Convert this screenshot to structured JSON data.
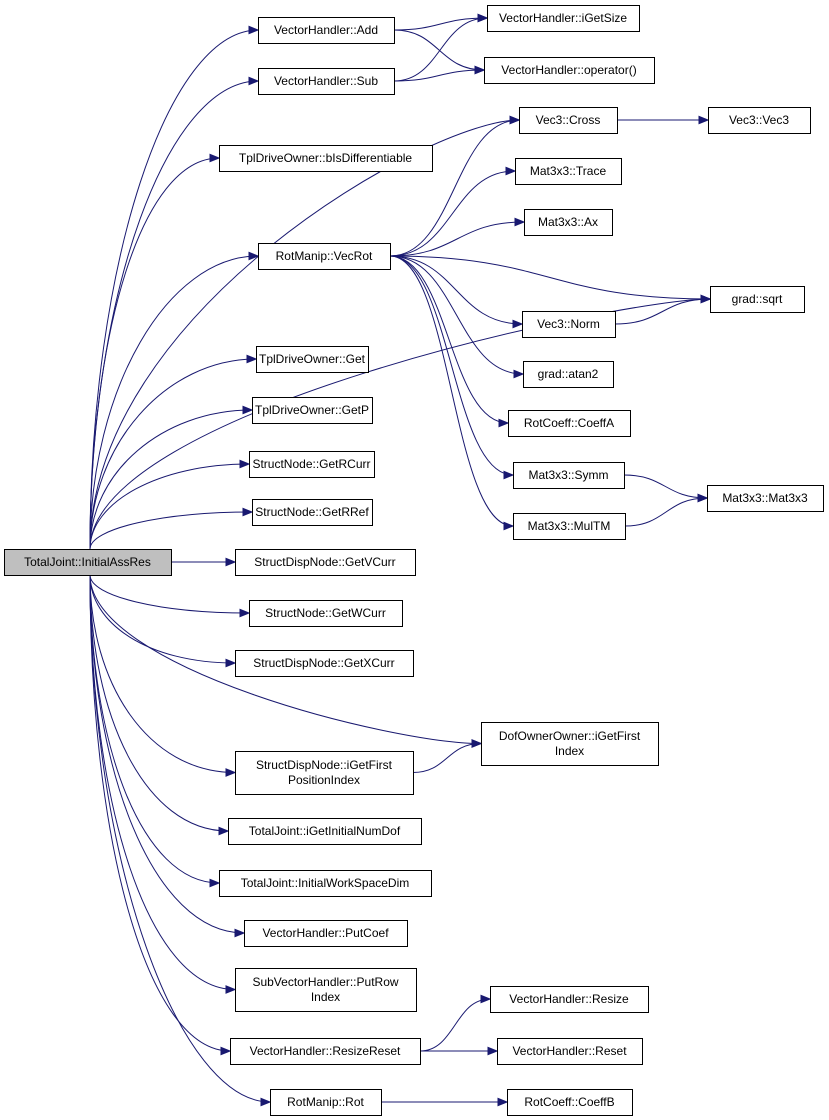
{
  "graph": {
    "nodes": [
      {
        "id": "root",
        "lines": [
          "TotalJoint::InitialAssRes"
        ]
      },
      {
        "id": "vh_add",
        "lines": [
          "VectorHandler::Add"
        ]
      },
      {
        "id": "vh_sub",
        "lines": [
          "VectorHandler::Sub"
        ]
      },
      {
        "id": "vh_igetsize",
        "lines": [
          "VectorHandler::iGetSize"
        ]
      },
      {
        "id": "vh_operator",
        "lines": [
          "VectorHandler::operator()"
        ]
      },
      {
        "id": "tdo_isdiff",
        "lines": [
          "TplDriveOwner::bIsDifferentiable"
        ]
      },
      {
        "id": "rm_vecrot",
        "lines": [
          "RotManip::VecRot"
        ]
      },
      {
        "id": "vec3_cross",
        "lines": [
          "Vec3::Cross"
        ]
      },
      {
        "id": "vec3_vec3",
        "lines": [
          "Vec3::Vec3"
        ]
      },
      {
        "id": "mat_trace",
        "lines": [
          "Mat3x3::Trace"
        ]
      },
      {
        "id": "mat_ax",
        "lines": [
          "Mat3x3::Ax"
        ]
      },
      {
        "id": "grad_sqrt",
        "lines": [
          "grad::sqrt"
        ]
      },
      {
        "id": "vec3_norm",
        "lines": [
          "Vec3::Norm"
        ]
      },
      {
        "id": "grad_atan2",
        "lines": [
          "grad::atan2"
        ]
      },
      {
        "id": "rc_coeffa",
        "lines": [
          "RotCoeff::CoeffA"
        ]
      },
      {
        "id": "mat_symm",
        "lines": [
          "Mat3x3::Symm"
        ]
      },
      {
        "id": "mat_mat3x3",
        "lines": [
          "Mat3x3::Mat3x3"
        ]
      },
      {
        "id": "mat_multm",
        "lines": [
          "Mat3x3::MulTM"
        ]
      },
      {
        "id": "tdo_get",
        "lines": [
          "TplDriveOwner::Get"
        ]
      },
      {
        "id": "tdo_getp",
        "lines": [
          "TplDriveOwner::GetP"
        ]
      },
      {
        "id": "sn_getrcurr",
        "lines": [
          "StructNode::GetRCurr"
        ]
      },
      {
        "id": "sn_getrref",
        "lines": [
          "StructNode::GetRRef"
        ]
      },
      {
        "id": "sdn_getvcurr",
        "lines": [
          "StructDispNode::GetVCurr"
        ]
      },
      {
        "id": "sn_getwcurr",
        "lines": [
          "StructNode::GetWCurr"
        ]
      },
      {
        "id": "sdn_getxcurr",
        "lines": [
          "StructDispNode::GetXCurr"
        ]
      },
      {
        "id": "doo_igetfirst",
        "lines": [
          "DofOwnerOwner::iGetFirst",
          "Index"
        ]
      },
      {
        "id": "sdn_igetfirstpos",
        "lines": [
          "StructDispNode::iGetFirst",
          "PositionIndex"
        ]
      },
      {
        "id": "tj_igetinitnumdof",
        "lines": [
          "TotalJoint::iGetInitialNumDof"
        ]
      },
      {
        "id": "tj_initws",
        "lines": [
          "TotalJoint::InitialWorkSpaceDim"
        ]
      },
      {
        "id": "vh_putcoef",
        "lines": [
          "VectorHandler::PutCoef"
        ]
      },
      {
        "id": "svh_putrowindex",
        "lines": [
          "SubVectorHandler::PutRow",
          "Index"
        ]
      },
      {
        "id": "vh_resize",
        "lines": [
          "VectorHandler::Resize"
        ]
      },
      {
        "id": "vh_resizereset",
        "lines": [
          "VectorHandler::ResizeReset"
        ]
      },
      {
        "id": "vh_reset",
        "lines": [
          "VectorHandler::Reset"
        ]
      },
      {
        "id": "rm_rot",
        "lines": [
          "RotManip::Rot"
        ]
      },
      {
        "id": "rc_coeffb",
        "lines": [
          "RotCoeff::CoeffB"
        ]
      }
    ],
    "edges": [
      [
        "root",
        "vh_add"
      ],
      [
        "root",
        "vh_sub"
      ],
      [
        "root",
        "tdo_isdiff"
      ],
      [
        "root",
        "vec3_cross"
      ],
      [
        "root",
        "rm_vecrot"
      ],
      [
        "root",
        "grad_sqrt"
      ],
      [
        "root",
        "tdo_get"
      ],
      [
        "root",
        "tdo_getp"
      ],
      [
        "root",
        "sn_getrcurr"
      ],
      [
        "root",
        "sn_getrref"
      ],
      [
        "root",
        "sdn_getvcurr"
      ],
      [
        "root",
        "sn_getwcurr"
      ],
      [
        "root",
        "sdn_getxcurr"
      ],
      [
        "root",
        "doo_igetfirst"
      ],
      [
        "root",
        "sdn_igetfirstpos"
      ],
      [
        "root",
        "tj_igetinitnumdof"
      ],
      [
        "root",
        "tj_initws"
      ],
      [
        "root",
        "vh_putcoef"
      ],
      [
        "root",
        "svh_putrowindex"
      ],
      [
        "root",
        "vh_resizereset"
      ],
      [
        "root",
        "rm_rot"
      ],
      [
        "vh_add",
        "vh_igetsize"
      ],
      [
        "vh_add",
        "vh_operator"
      ],
      [
        "vh_sub",
        "vh_igetsize"
      ],
      [
        "vh_sub",
        "vh_operator"
      ],
      [
        "vec3_cross",
        "vec3_vec3"
      ],
      [
        "rm_vecrot",
        "vec3_cross"
      ],
      [
        "rm_vecrot",
        "mat_trace"
      ],
      [
        "rm_vecrot",
        "mat_ax"
      ],
      [
        "rm_vecrot",
        "grad_sqrt"
      ],
      [
        "rm_vecrot",
        "vec3_norm"
      ],
      [
        "rm_vecrot",
        "grad_atan2"
      ],
      [
        "rm_vecrot",
        "rc_coeffa"
      ],
      [
        "rm_vecrot",
        "mat_symm"
      ],
      [
        "rm_vecrot",
        "mat_multm"
      ],
      [
        "vec3_norm",
        "grad_sqrt"
      ],
      [
        "mat_symm",
        "mat_mat3x3"
      ],
      [
        "mat_multm",
        "mat_mat3x3"
      ],
      [
        "sdn_igetfirstpos",
        "doo_igetfirst"
      ],
      [
        "vh_resizereset",
        "vh_resize"
      ],
      [
        "vh_resizereset",
        "vh_reset"
      ],
      [
        "rm_rot",
        "rc_coeffb"
      ]
    ]
  }
}
